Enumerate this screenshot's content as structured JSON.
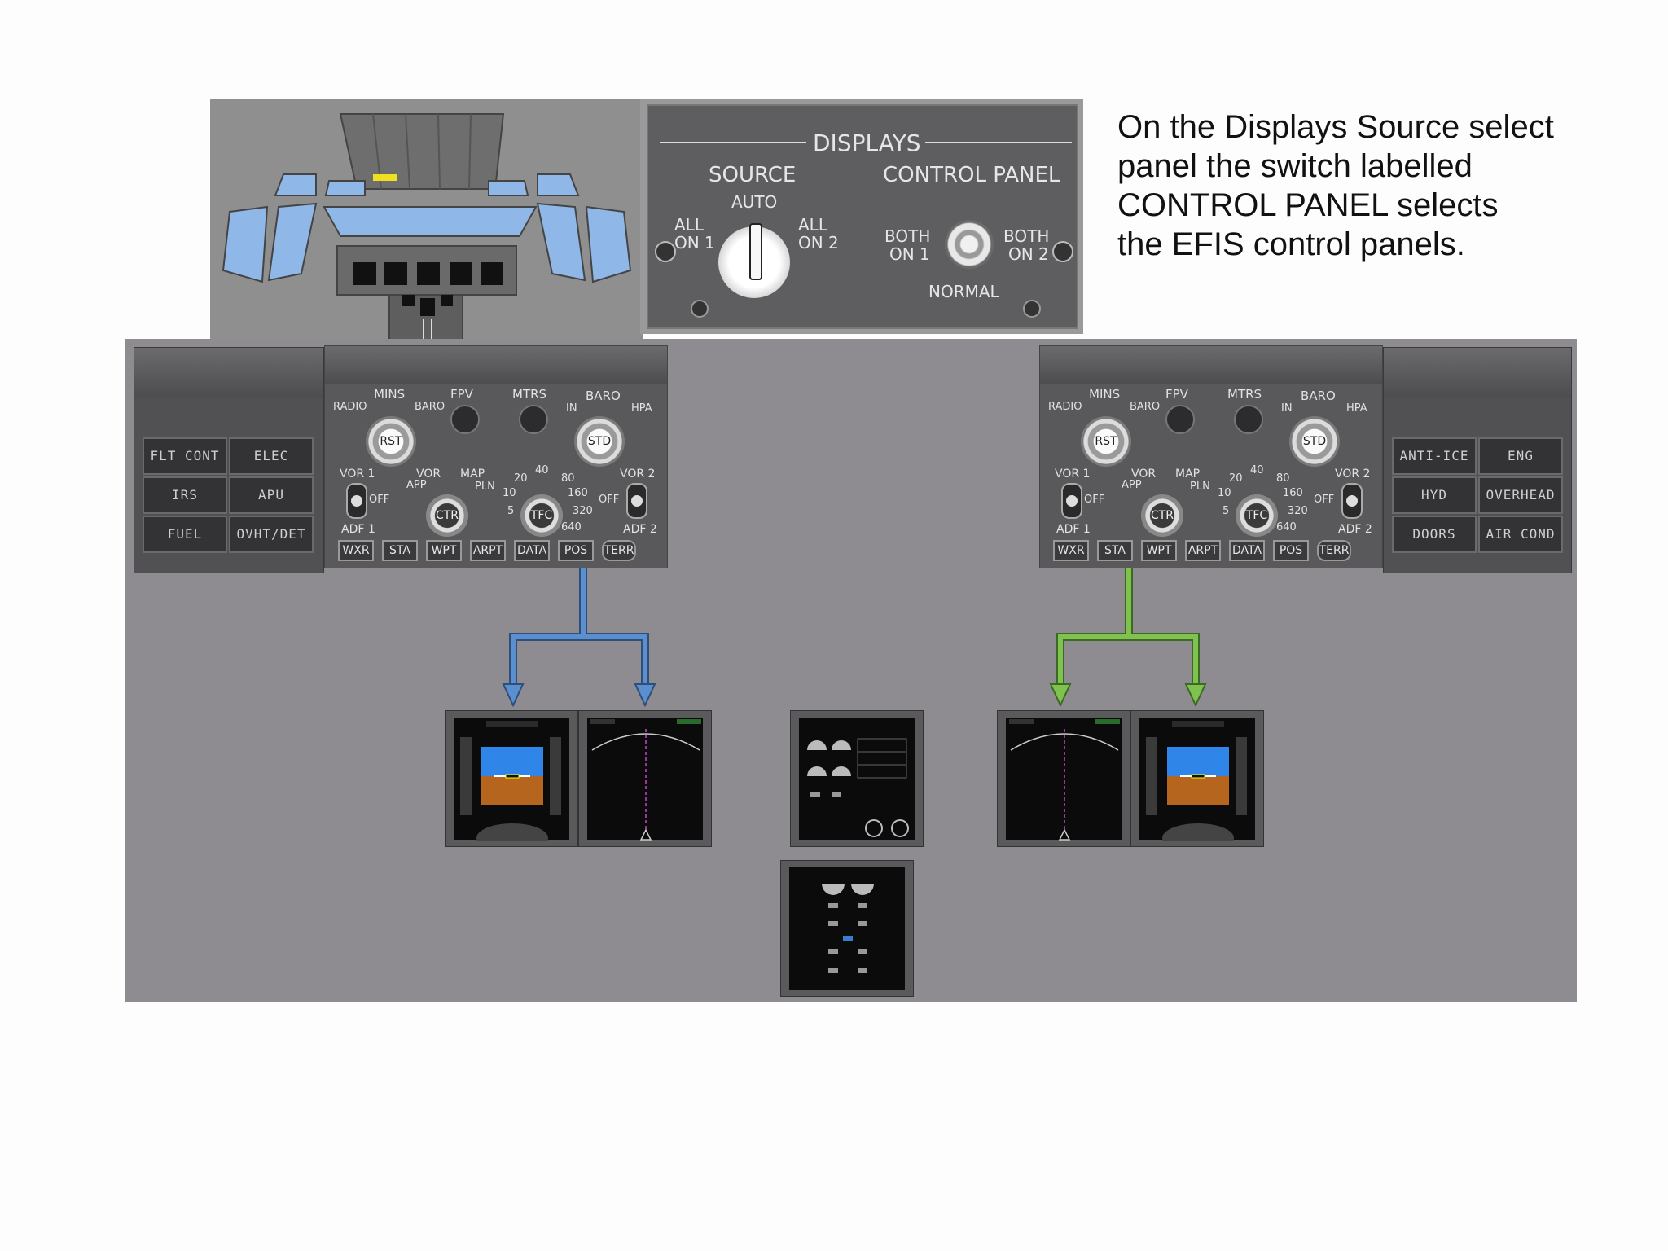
{
  "caption": {
    "lines": [
      "On the Displays Source select",
      "panel the switch labelled",
      "CONTROL PANEL  selects",
      "the EFIS control panels."
    ]
  },
  "displays_panel": {
    "title": "DISPLAYS",
    "source_label": "SOURCE",
    "control_panel_label": "CONTROL PANEL",
    "source_positions": {
      "auto": "AUTO",
      "all_on_1": [
        "ALL",
        "ON 1"
      ],
      "all_on_2": [
        "ALL",
        "ON 2"
      ]
    },
    "control_positions": {
      "both_on_1": [
        "BOTH",
        "ON 1"
      ],
      "both_on_2": [
        "BOTH",
        "ON 2"
      ],
      "normal": "NORMAL"
    }
  },
  "efis": {
    "mins": "MINS",
    "radio": "RADIO",
    "baro_small": "BARO",
    "fpv": "FPV",
    "mtrs": "MTRS",
    "baro": "BARO",
    "in": "IN",
    "hpa": "HPA",
    "rst": "RST",
    "std": "STD",
    "vor1": "VOR 1",
    "adf1": "ADF 1",
    "vor2": "VOR 2",
    "adf2": "ADF 2",
    "off": "OFF",
    "vor": "VOR",
    "app": "APP",
    "map": "MAP",
    "pln": "PLN",
    "ctr": "CTR",
    "tfc": "TFC",
    "r20": "20",
    "r40": "40",
    "r80": "80",
    "r10": "10",
    "r160": "160",
    "r5": "5",
    "r320": "320",
    "r640": "640",
    "buttons": [
      "WXR",
      "STA",
      "WPT",
      "ARPT",
      "DATA",
      "POS",
      "TERR"
    ]
  },
  "left_selector": [
    "FLT CONT",
    "ELEC",
    "IRS",
    "APU",
    "FUEL",
    "OVHT/DET"
  ],
  "right_selector": [
    "ANTI-ICE",
    "ENG",
    "HYD",
    "OVERHEAD",
    "DOORS",
    "AIR COND"
  ],
  "colors": {
    "left_arrow": "#5a8fd0",
    "right_arrow": "#7fc24f",
    "panel": "#59595b",
    "background": "#8e8c90"
  }
}
